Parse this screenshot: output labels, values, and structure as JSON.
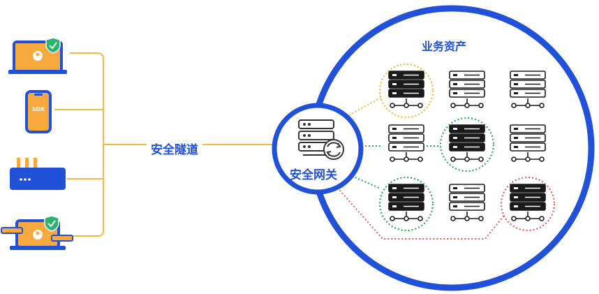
{
  "labels": {
    "tunnel": "安全隧道",
    "gateway": "安全网关",
    "assets": "业务资产",
    "sdk": "SDK"
  },
  "devices": [
    {
      "name": "laptop",
      "icon": "laptop-icon",
      "badge": "shield-check-icon"
    },
    {
      "name": "phone",
      "icon": "phone-sdk-icon"
    },
    {
      "name": "router",
      "icon": "router-icon"
    },
    {
      "name": "laptop-desk",
      "icon": "laptop-icon",
      "badge": "shield-check-icon"
    }
  ],
  "servers": [
    {
      "row": 1,
      "col": 1,
      "style": "dark",
      "ring": "yellow"
    },
    {
      "row": 1,
      "col": 2,
      "style": "light",
      "ring": "none"
    },
    {
      "row": 1,
      "col": 3,
      "style": "light",
      "ring": "none"
    },
    {
      "row": 2,
      "col": 1,
      "style": "light",
      "ring": "none"
    },
    {
      "row": 2,
      "col": 2,
      "style": "dark",
      "ring": "green"
    },
    {
      "row": 2,
      "col": 3,
      "style": "light",
      "ring": "none"
    },
    {
      "row": 3,
      "col": 1,
      "style": "dark",
      "ring": "green"
    },
    {
      "row": 3,
      "col": 2,
      "style": "light",
      "ring": "none"
    },
    {
      "row": 3,
      "col": 3,
      "style": "dark",
      "ring": "red"
    }
  ],
  "colors": {
    "brand": "#2151d9",
    "tunnel": "#f5b942",
    "orange": "#f7a93b",
    "yellow_ring": "#f0b92a",
    "green_ring": "#2aa84a",
    "red_ring": "#e05a5a",
    "badge": "#2bb46e",
    "dark": "#1a1a1a"
  }
}
